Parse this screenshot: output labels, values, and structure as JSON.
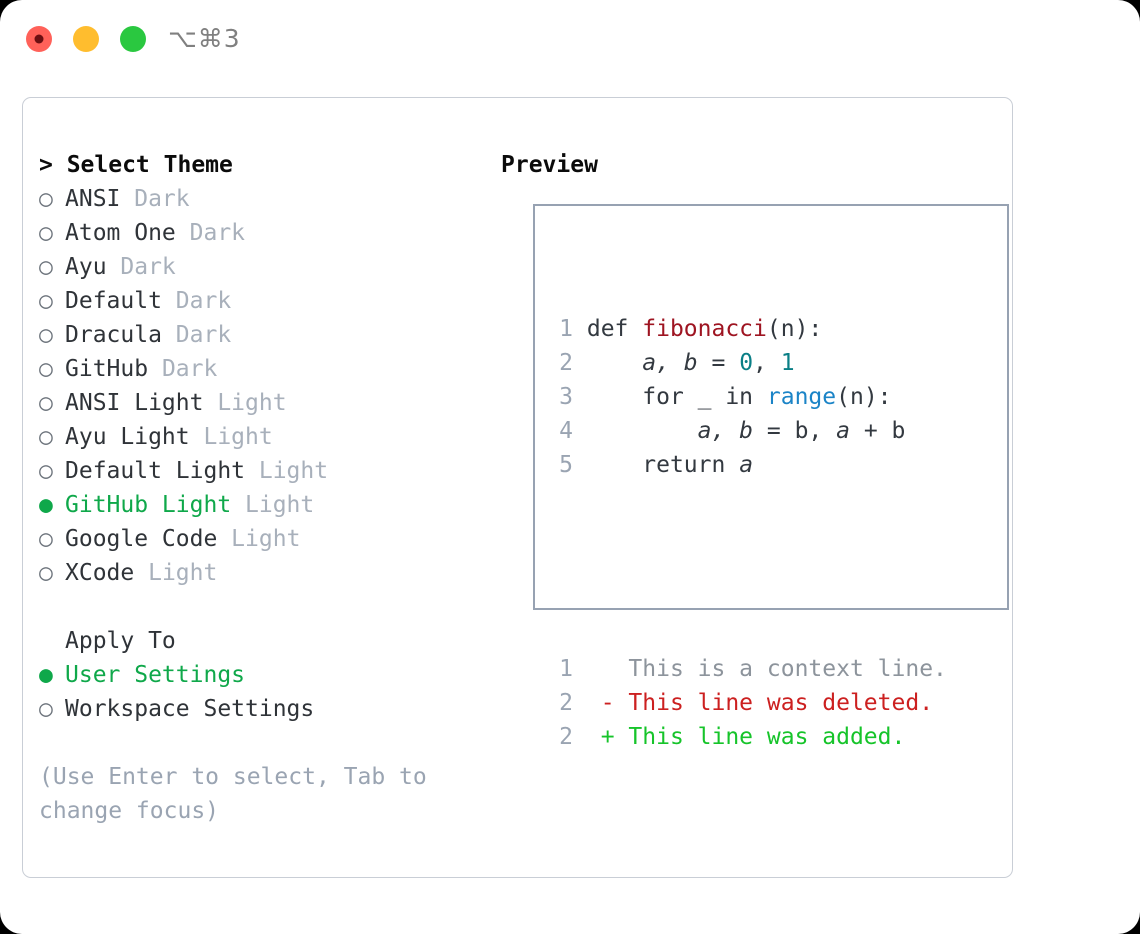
{
  "titlebar": {
    "shortcut": "⌥⌘3",
    "lights": [
      "close",
      "minimize",
      "zoom"
    ]
  },
  "theme_picker": {
    "header": "> Select Theme",
    "bullet_selected": "●",
    "bullet_unselected": "○",
    "items": [
      {
        "label": "ANSI",
        "tag": "Dark",
        "selected": false
      },
      {
        "label": "Atom One",
        "tag": "Dark",
        "selected": false
      },
      {
        "label": "Ayu",
        "tag": "Dark",
        "selected": false
      },
      {
        "label": "Default",
        "tag": "Dark",
        "selected": false
      },
      {
        "label": "Dracula",
        "tag": "Dark",
        "selected": false
      },
      {
        "label": "GitHub",
        "tag": "Dark",
        "selected": false
      },
      {
        "label": "ANSI Light",
        "tag": "Light",
        "selected": false
      },
      {
        "label": "Ayu Light",
        "tag": "Light",
        "selected": false
      },
      {
        "label": "Default Light",
        "tag": "Light",
        "selected": false
      },
      {
        "label": "GitHub Light",
        "tag": "Light",
        "selected": true
      },
      {
        "label": "Google Code",
        "tag": "Light",
        "selected": false
      },
      {
        "label": "XCode",
        "tag": "Light",
        "selected": false
      }
    ]
  },
  "apply_to": {
    "header": "Apply To",
    "items": [
      {
        "label": "User Settings",
        "selected": true
      },
      {
        "label": "Workspace Settings",
        "selected": false
      }
    ]
  },
  "hint": "(Use Enter to select, Tab to change focus)",
  "preview": {
    "title": "Preview",
    "code_lines": [
      {
        "n": "1",
        "parts": [
          {
            "t": "def ",
            "c": "c-plain"
          },
          {
            "t": "fibonacci",
            "c": "c-fn"
          },
          {
            "t": "(n):",
            "c": "c-plain"
          }
        ]
      },
      {
        "n": "2",
        "parts": [
          {
            "t": "    ",
            "c": "c-plain"
          },
          {
            "t": "a, b",
            "c": "c-var"
          },
          {
            "t": " = ",
            "c": "c-plain"
          },
          {
            "t": "0",
            "c": "c-num"
          },
          {
            "t": ", ",
            "c": "c-plain"
          },
          {
            "t": "1",
            "c": "c-num"
          }
        ]
      },
      {
        "n": "3",
        "parts": [
          {
            "t": "    for _ in ",
            "c": "c-plain"
          },
          {
            "t": "range",
            "c": "c-builtin"
          },
          {
            "t": "(n):",
            "c": "c-plain"
          }
        ]
      },
      {
        "n": "4",
        "parts": [
          {
            "t": "        ",
            "c": "c-plain"
          },
          {
            "t": "a, b",
            "c": "c-var"
          },
          {
            "t": " = b, ",
            "c": "c-plain"
          },
          {
            "t": "a",
            "c": "c-var"
          },
          {
            "t": " + b",
            "c": "c-plain"
          }
        ]
      },
      {
        "n": "5",
        "parts": [
          {
            "t": "    return ",
            "c": "c-plain"
          },
          {
            "t": "a",
            "c": "c-var"
          }
        ]
      }
    ],
    "diff_lines": [
      {
        "n": "1",
        "marker": " ",
        "text": " This is a context line.",
        "c": "d-ctx"
      },
      {
        "n": "2",
        "marker": "-",
        "text": " This line was deleted.",
        "c": "d-del"
      },
      {
        "n": "2",
        "marker": "+",
        "text": " This line was added.",
        "c": "d-add"
      }
    ]
  },
  "colors": {
    "accent_green": "#0fa84a",
    "diff_add": "#16c42a",
    "diff_del": "#cc2020",
    "muted": "#a8b0bb",
    "function": "#9e1421",
    "number": "#0a7f86",
    "builtin": "#1b84c7"
  }
}
